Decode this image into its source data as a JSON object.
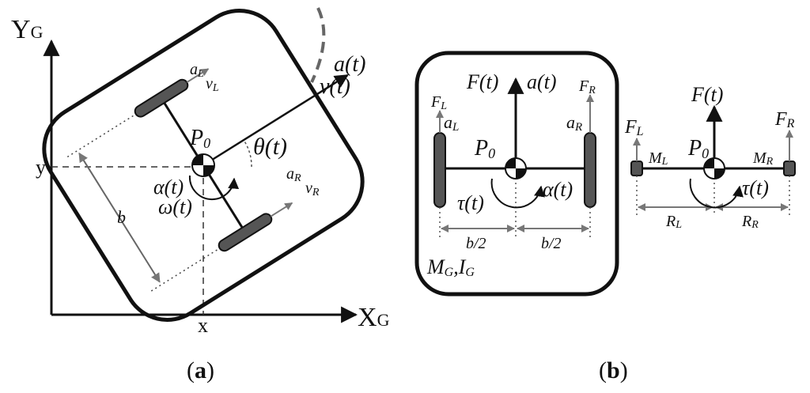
{
  "panel_a": {
    "axis_y": "Y",
    "axis_y_sub": "G",
    "axis_x": "X",
    "axis_x_sub": "G",
    "coord_x": "x",
    "coord_y": "y",
    "accel": "a(t)",
    "velocity": "v(t)",
    "theta": "θ(t)",
    "p0": "P",
    "p0_sub": "0",
    "alpha": "α(t)",
    "omega": "ω(t)",
    "b": "b",
    "aL": "a",
    "aL_sub": "L",
    "vL": "v",
    "vL_sub": "L",
    "aR": "a",
    "aR_sub": "R",
    "vR": "v",
    "vR_sub": "R",
    "caption_open": "(",
    "caption_letter": "a",
    "caption_close": ")"
  },
  "panel_b": {
    "force": "F(t)",
    "accel": "a(t)",
    "FL": "F",
    "FL_sub": "L",
    "FR": "F",
    "FR_sub": "R",
    "aL": "a",
    "aL_sub": "L",
    "aR": "a",
    "aR_sub": "R",
    "p0": "P",
    "p0_sub": "0",
    "tau": "τ(t)",
    "alpha": "α(t)",
    "half_b_left": "b/2",
    "half_b_right": "b/2",
    "MG": "M",
    "MG_sub": "G",
    "IG": "I",
    "IG_sub": "G",
    "sep": ",",
    "caption_open": "(",
    "caption_letter": "b",
    "caption_close": ")"
  },
  "panel_c": {
    "force": "F(t)",
    "FL": "F",
    "FL_sub": "L",
    "FR": "F",
    "FR_sub": "R",
    "ML": "M",
    "ML_sub": "L",
    "MR": "M",
    "MR_sub": "R",
    "p0": "P",
    "p0_sub": "0",
    "tau": "τ(t)",
    "RL": "R",
    "RL_sub": "L",
    "RR": "R",
    "RR_sub": "R"
  }
}
